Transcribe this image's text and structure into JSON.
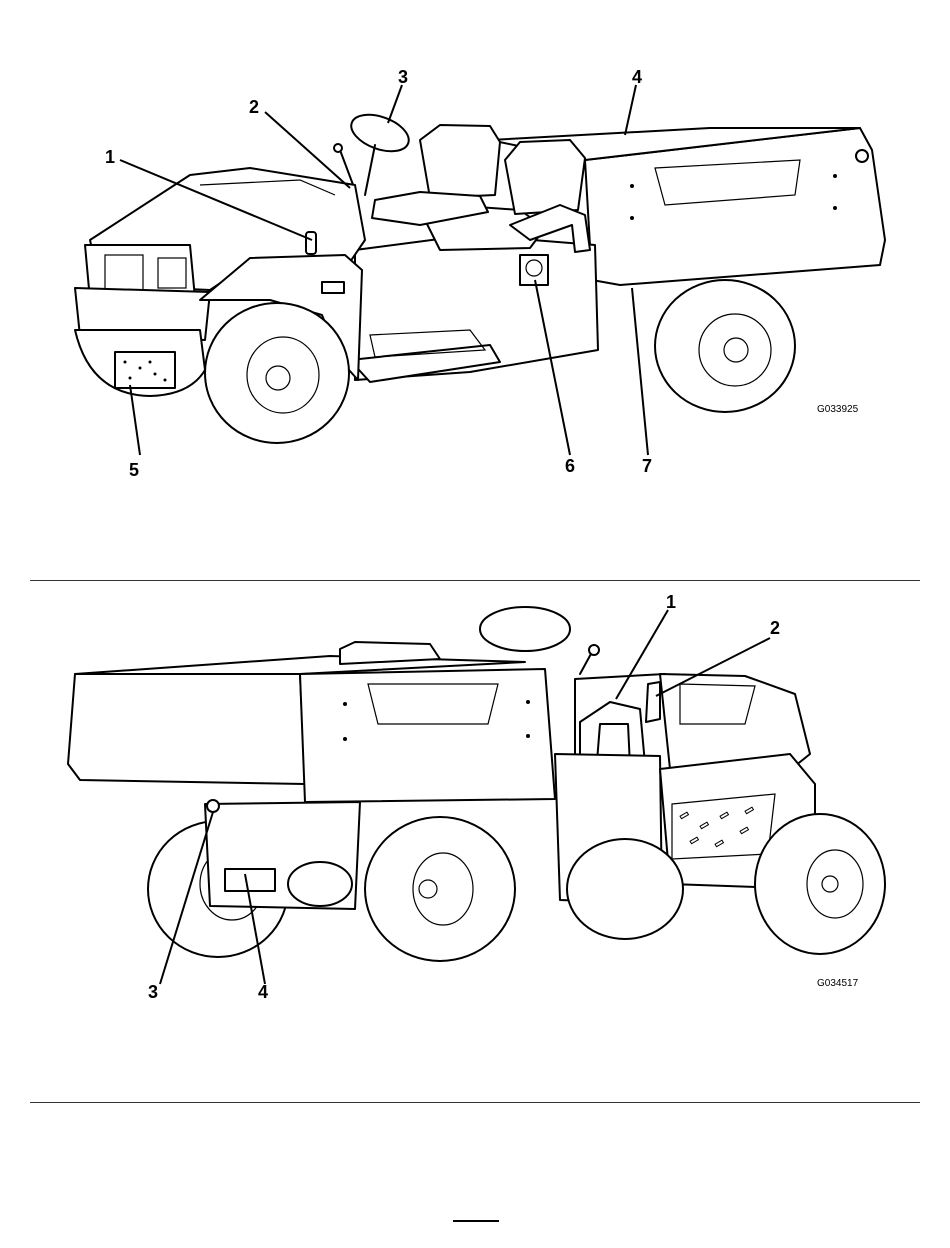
{
  "figures": [
    {
      "id": "G033925",
      "callouts": [
        "1",
        "2",
        "3",
        "4",
        "5",
        "6",
        "7"
      ],
      "icons": [
        "utility-vehicle-right-side-drawing"
      ]
    },
    {
      "id": "G034517",
      "callouts": [
        "1",
        "2",
        "3",
        "4"
      ],
      "icons": [
        "utility-vehicle-left-rear-drawing"
      ]
    }
  ]
}
